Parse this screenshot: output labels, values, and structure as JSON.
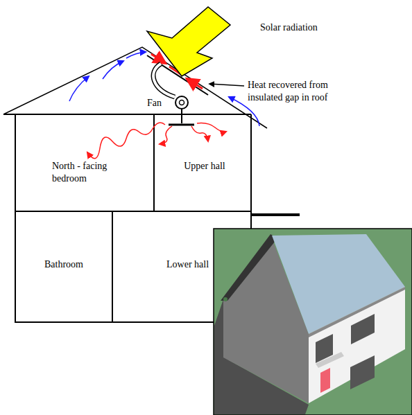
{
  "diagram": {
    "nodes": [
      {
        "text": [
          "North - facing bedroom"
        ]
      },
      {
        "text": [
          "Upper hall"
        ]
      },
      {
        "text": [
          "Bathroom"
        ]
      },
      {
        "text": [
          "Lower hall"
        ]
      }
    ],
    "labels": [
      "Solar radiation",
      "Heat recovered from insulated gap in roof",
      "Fan"
    ]
  }
}
